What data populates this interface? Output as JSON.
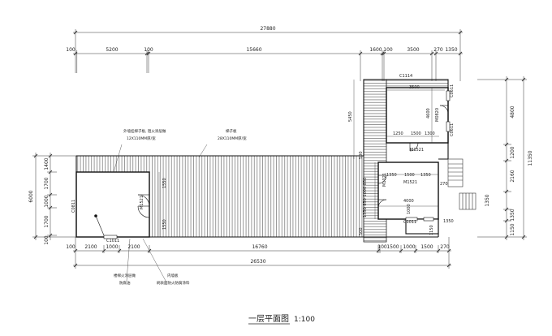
{
  "drawing": {
    "title": "一层平面图",
    "scale": "1:100"
  },
  "top_dims": {
    "overall": "27880",
    "row": [
      "100",
      "5200",
      "100",
      "15660",
      "1600",
      "100",
      "3500",
      "270",
      "1350"
    ]
  },
  "bottom_dims": {
    "overall": "26530",
    "row": [
      "100",
      "2100",
      "1000",
      "2100",
      "16760",
      "100",
      "1500",
      "1000",
      "1500",
      "270"
    ]
  },
  "left_dims": {
    "overall": "6000",
    "row": [
      "1400",
      "1700",
      "1000",
      "1700",
      "100"
    ]
  },
  "right_dims": {
    "overall": "11350",
    "row": [
      "4800",
      "1200",
      "2160",
      "1350",
      "1350",
      "1150"
    ]
  },
  "interior_dims": {
    "d5450": "5450",
    "upper_3500": "3500",
    "d4600": "4600",
    "d1250": "1250",
    "d1500a": "1500",
    "d1300": "1300",
    "d500a": "500",
    "d1350a": "1350",
    "d1500b": "1500",
    "d1350b": "1350",
    "lower_4000": "4000",
    "d270": "270",
    "d1350c": "1350",
    "d1550a": "1550",
    "d1550b": "1550",
    "v1350_850_1000_850": "1350 850 1000 850",
    "d1150": "1150",
    "d500b": "500",
    "d1000v": "1000"
  },
  "labels": {
    "c1114": "C1114",
    "c0611a": "C0611",
    "c0611b": "C0611",
    "m0820": "M0820",
    "m1521a": "M1521",
    "m1521b": "M1521",
    "m1521c": "M1521",
    "m1021": "M1021",
    "c1011a": "C1011",
    "c1011b": "C1011",
    "c0811": "C0811"
  },
  "annotations": {
    "left_top_1": "外墙挂梯子板, 阻火涂层做",
    "left_top_2": "12X110MM厚/宽",
    "mid_top_1": "梯子板",
    "mid_top_2": "28X110MM厚/宽",
    "bottom_left_1": "楼梯火涂层做",
    "bottom_left_2": "防腐油",
    "bottom_right_1": "内墙板",
    "bottom_right_2": "刷表面防火防腐涂料"
  }
}
